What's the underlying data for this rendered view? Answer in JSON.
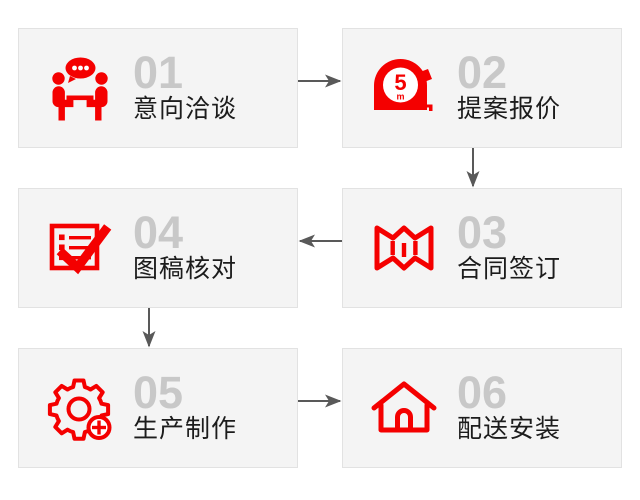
{
  "diagram": {
    "type": "process-flow",
    "title": "",
    "colors": {
      "accent_red": "#f40000",
      "card_bg": "#f4f4f4",
      "card_border": "#e2e2e2",
      "number_gray": "#c8c8c8",
      "label_black": "#1c1c1c",
      "arrow_gray": "#595959"
    },
    "steps": [
      {
        "number": "01",
        "label": "意向洽谈",
        "icon": "meeting-discussion-icon"
      },
      {
        "number": "02",
        "label": "提案报价",
        "icon": "tape-measure-icon"
      },
      {
        "number": "03",
        "label": "合同签订",
        "icon": "folded-map-contract-icon"
      },
      {
        "number": "04",
        "label": "图稿核对",
        "icon": "checklist-check-icon"
      },
      {
        "number": "05",
        "label": "生产制作",
        "icon": "gear-plus-icon"
      },
      {
        "number": "06",
        "label": "配送安装",
        "icon": "house-icon"
      }
    ],
    "icon_text": {
      "tape_measure_value": "5",
      "tape_measure_unit": "m"
    },
    "arrows": [
      {
        "from": "01",
        "to": "02",
        "direction": "right"
      },
      {
        "from": "02",
        "to": "03",
        "direction": "down"
      },
      {
        "from": "03",
        "to": "04",
        "direction": "left"
      },
      {
        "from": "04",
        "to": "05",
        "direction": "down"
      },
      {
        "from": "05",
        "to": "06",
        "direction": "right"
      }
    ]
  }
}
